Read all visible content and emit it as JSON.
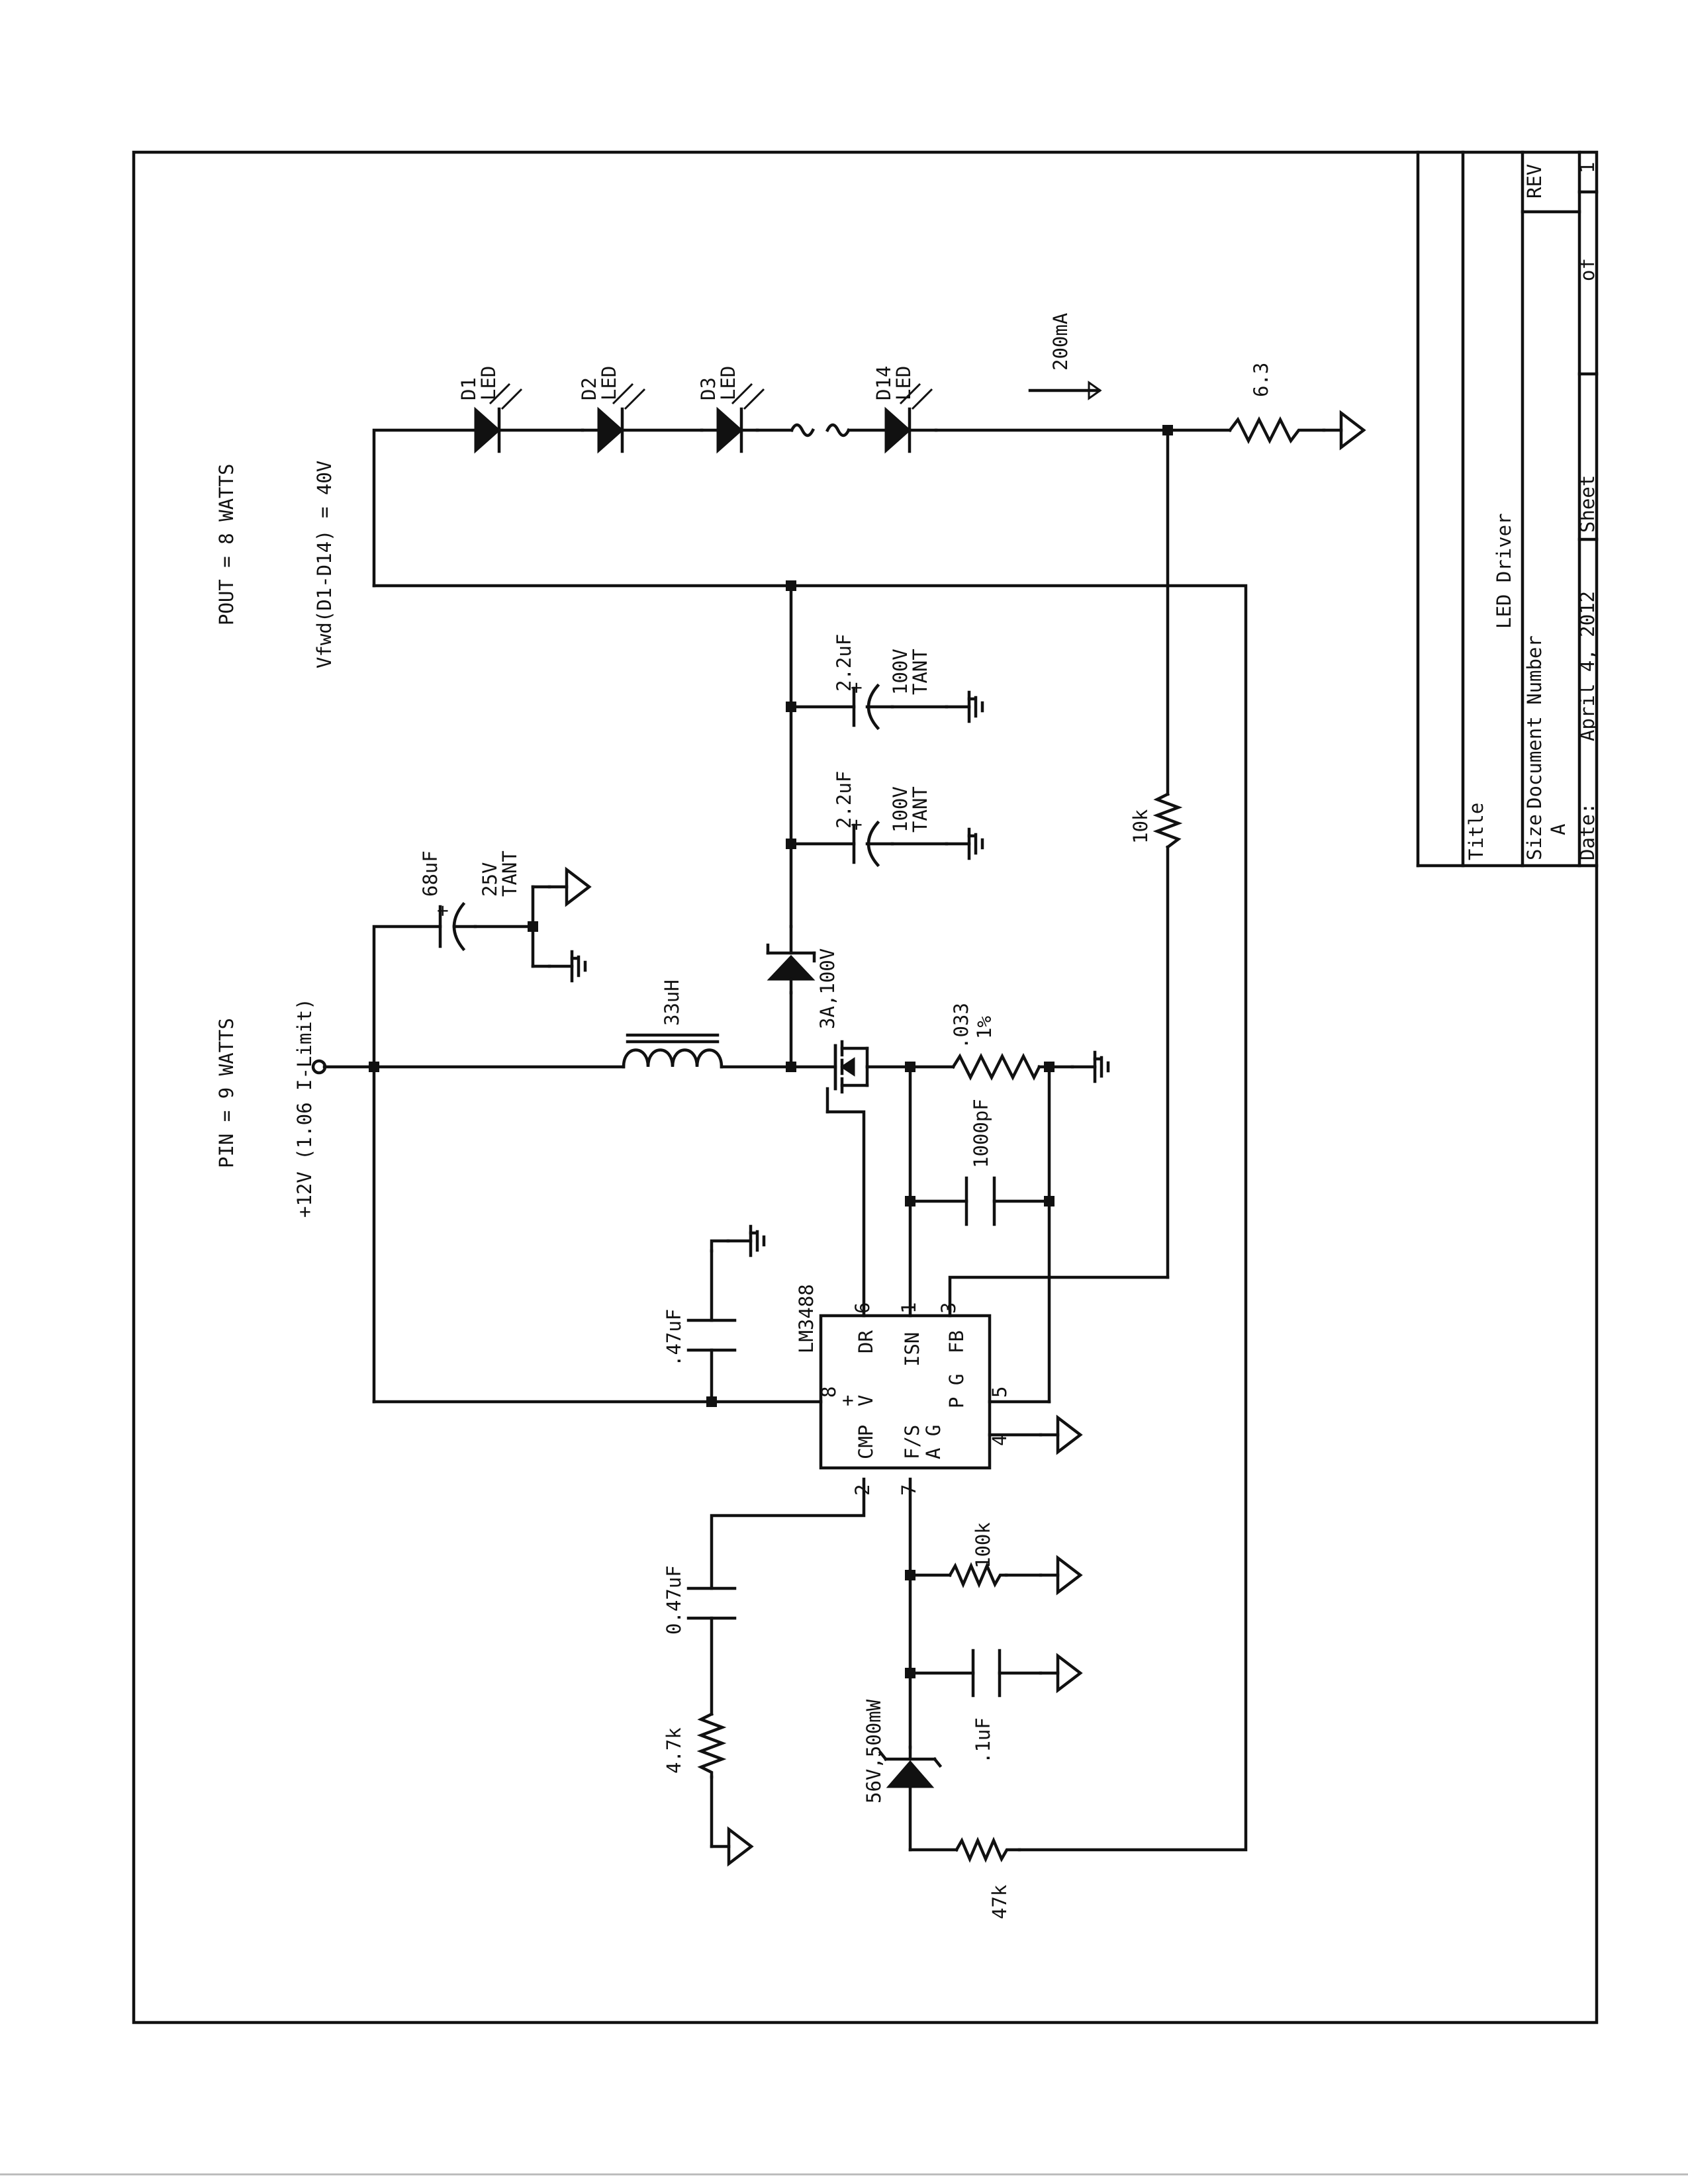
{
  "header": {
    "power_out": "POUT = 8 WATTS",
    "power_in": "PIN = 9 WATTS",
    "vfwd": "Vfwd(D1-D14) = 40V",
    "supply": "+12V (1.06 I-Limit)"
  },
  "leds": [
    {
      "ref": "D1",
      "type": "LED"
    },
    {
      "ref": "D2",
      "type": "LED"
    },
    {
      "ref": "D3",
      "type": "LED"
    },
    {
      "ref": "D14",
      "type": "LED"
    }
  ],
  "current_label": "200mA",
  "sense_resistor_top": "6.3",
  "output_caps": [
    {
      "value": "2.2uF",
      "rating": "100V",
      "kind": "TANT"
    },
    {
      "value": "2.2uF",
      "rating": "100V",
      "kind": "TANT"
    }
  ],
  "input_cap": {
    "value": "68uF",
    "rating": "25V",
    "kind": "TANT"
  },
  "inductor": "33uH",
  "diode": "3A,100V",
  "feedback_resistor": "10k",
  "current_sense": {
    "value": ".033",
    "tolerance": "1%"
  },
  "filter_cap": "1000pF",
  "vin_cap": ".47uF",
  "ic": {
    "name": "LM3488",
    "pins": [
      "DR",
      "ISN",
      "FB",
      "V",
      "CMP",
      "F/S",
      "P G",
      "A G"
    ],
    "pin_numbers": [
      "6",
      "1",
      "3",
      "8",
      "5",
      "2",
      "7",
      "4"
    ],
    "plus": "+"
  },
  "comp": {
    "cap": "0.47uF",
    "res": "4.7k"
  },
  "fs": {
    "res": "100k",
    "cap": ".1uF"
  },
  "zener": "56V,500mW",
  "ovp_resistor": "47k",
  "plus_sign": "+",
  "title_block": {
    "title_label": "Title",
    "title": "LED Driver",
    "size_label": "Size",
    "size": "A",
    "doc_label": "Document Number",
    "rev_label": "REV",
    "date_label": "Date:",
    "date": "April  4, 2012",
    "sheet_label": "Sheet",
    "of_label": "of",
    "sheet_total": "1"
  }
}
